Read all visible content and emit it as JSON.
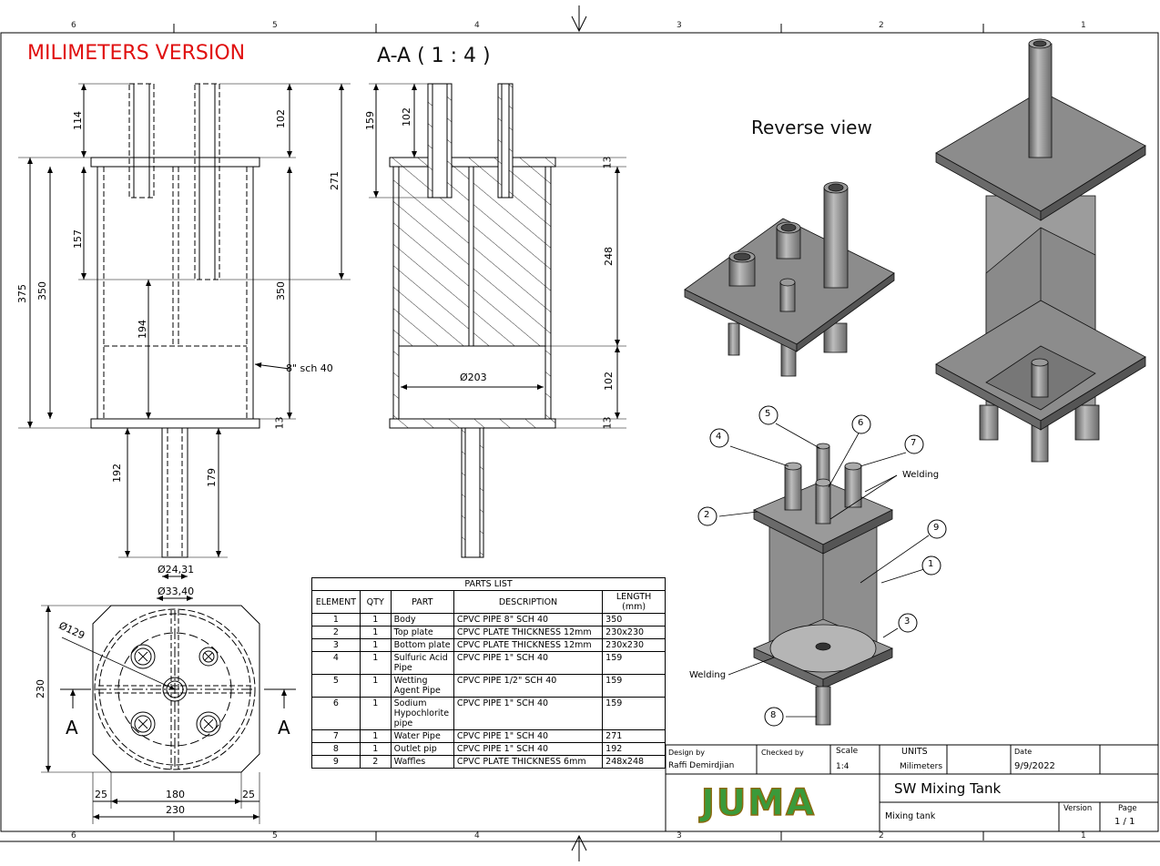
{
  "drawing": {
    "version_note": "MILIMETERS VERSION",
    "section_title": "A-A ( 1 : 4 )",
    "reverse_title": "Reverse view",
    "zones_top": [
      "6",
      "5",
      "4",
      "3",
      "2",
      "1"
    ],
    "zones_bottom": [
      "6",
      "5",
      "4",
      "3",
      "2",
      "1"
    ],
    "section_marks": [
      "A",
      "A"
    ],
    "front_dims": {
      "d114": "114",
      "d102": "102",
      "d271": "271",
      "d157": "157",
      "d375": "375",
      "d350a": "350",
      "d350b": "350",
      "d194": "194",
      "d13": "13",
      "d192": "192",
      "d179": "179",
      "pipe_note": "8\" sch 40",
      "dia_inner": "Ø24,31",
      "dia_outer": "Ø33,40"
    },
    "section_dims": {
      "d159": "159",
      "d102a": "102",
      "d13a": "13",
      "d248": "248",
      "d102b": "102",
      "d13b": "13",
      "dia203": "Ø203"
    },
    "bottom_dims": {
      "dia129": "Ø129",
      "d230v": "230",
      "d25a": "25",
      "d180": "180",
      "d25b": "25",
      "d230h": "230"
    },
    "iso_labels": {
      "balloons": [
        "1",
        "2",
        "3",
        "4",
        "5",
        "6",
        "7",
        "8",
        "9"
      ],
      "welding_top": "Welding",
      "welding_bottom": "Welding"
    }
  },
  "parts_list": {
    "title": "PARTS LIST",
    "headers": [
      "ELEMENT",
      "QTY",
      "PART",
      "DESCRIPTION",
      "LENGTH (mm)"
    ],
    "rows": [
      [
        "1",
        "1",
        "Body",
        "CPVC PIPE 8\" SCH 40",
        "350"
      ],
      [
        "2",
        "1",
        "Top plate",
        "CPVC PLATE THICKNESS 12mm",
        "230x230"
      ],
      [
        "3",
        "1",
        "Bottom plate",
        "CPVC PLATE THICKNESS 12mm",
        "230x230"
      ],
      [
        "4",
        "1",
        "Sulfuric Acid Pipe",
        "CPVC PIPE 1\" SCH 40",
        "159"
      ],
      [
        "5",
        "1",
        "Wetting Agent Pipe",
        "CPVC PIPE 1/2\" SCH 40",
        "159"
      ],
      [
        "6",
        "1",
        "Sodium Hypochlorite pipe",
        "CPVC PIPE 1\" SCH 40",
        "159"
      ],
      [
        "7",
        "1",
        "Water Pipe",
        "CPVC PIPE 1\" SCH 40",
        "271"
      ],
      [
        "8",
        "1",
        "Outlet pip",
        "CPVC PIPE 1\" SCH 40",
        "192"
      ],
      [
        "9",
        "2",
        "Waffles",
        "CPVC PLATE THICKNESS 6mm",
        "248x248"
      ]
    ]
  },
  "title_block": {
    "design_by_label": "Design by",
    "design_by": "Raffi Demirdjian",
    "checked_by_label": "Checked by",
    "checked_by": "",
    "scale_label": "Scale",
    "scale": "1:4",
    "units_label": "UNITS",
    "units": "Milimeters",
    "date_label": "Date",
    "date": "9/9/2022",
    "logo": "JUMA",
    "title": "SW Mixing Tank",
    "subtitle": "Mixing tank",
    "version_label": "Version",
    "version": "",
    "page_label": "Page",
    "page": "1 / 1"
  },
  "colors": {
    "title_red": "#e01010",
    "logo_green": "#3a9a3a",
    "logo_outline": "#8a6a10",
    "part_gray": "#8a8a8a"
  }
}
